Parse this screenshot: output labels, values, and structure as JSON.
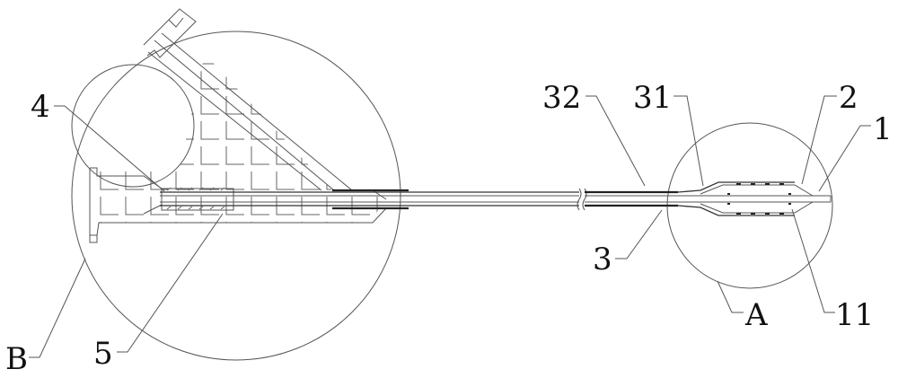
{
  "figure": {
    "labels": {
      "l4": "4",
      "l5": "5",
      "lB": "B",
      "l32": "32",
      "l31": "31",
      "l2": "2",
      "l1": "1",
      "l3": "3",
      "lA": "A",
      "l11": "11"
    },
    "line_color": "#333333",
    "background": "#ffffff"
  }
}
